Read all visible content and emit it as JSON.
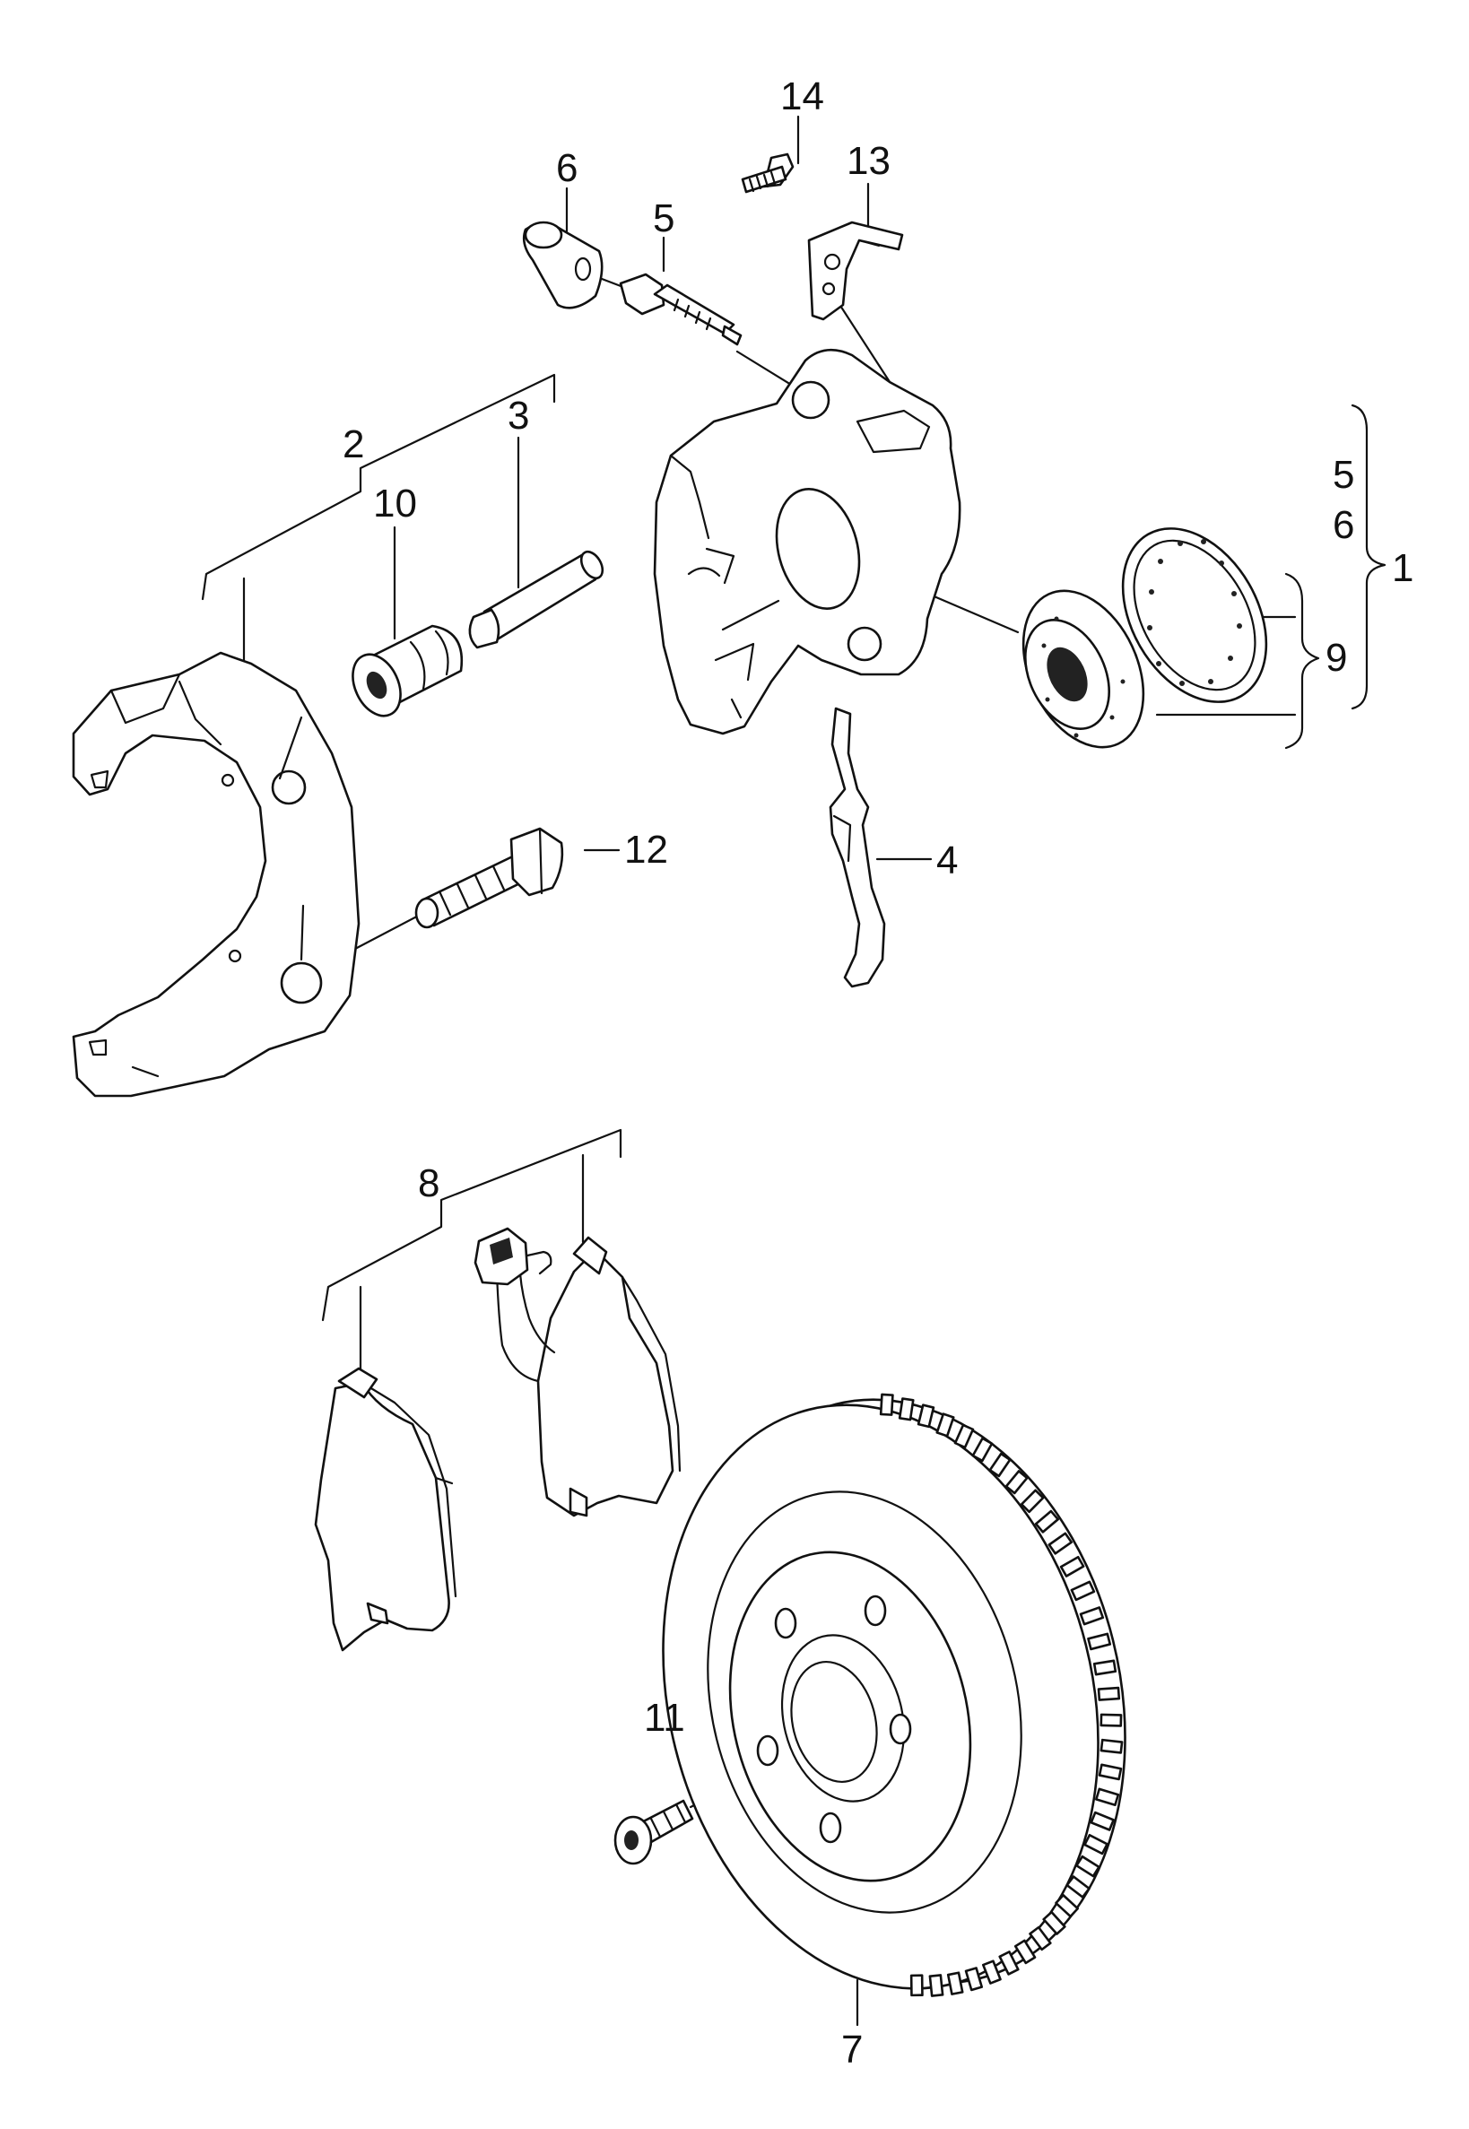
{
  "callouts": {
    "c1": "1",
    "c2": "2",
    "c3": "3",
    "c4": "4",
    "c5_top": "5",
    "c5_kit": "5",
    "c6_top": "6",
    "c6_kit": "6",
    "c7": "7",
    "c8": "8",
    "c9": "9",
    "c10": "10",
    "c11": "11",
    "c12": "12",
    "c13": "13",
    "c14": "14"
  }
}
